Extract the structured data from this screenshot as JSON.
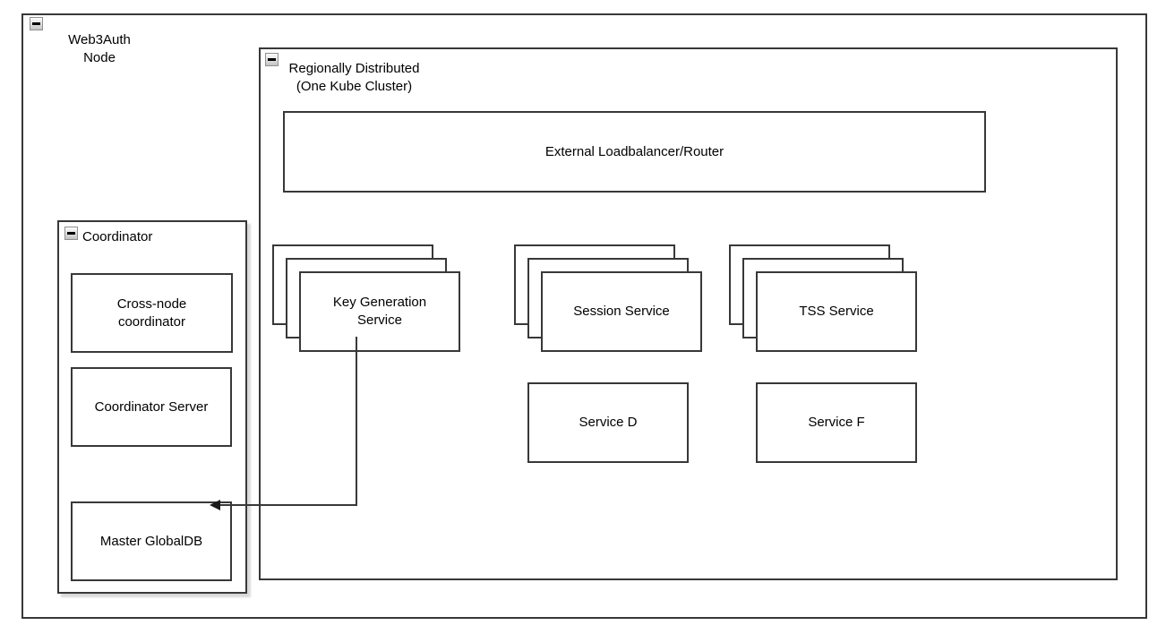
{
  "colors": {
    "stroke": "#383838",
    "background": "#ffffff",
    "coordinator_shadow": "#d9d9d9"
  },
  "icons": {
    "collapse": "minus-icon"
  },
  "groups": {
    "web3auth": {
      "label": "Web3Auth\nNode",
      "collapsed": false
    },
    "region": {
      "label": "Regionally Distributed\n(One Kube Cluster)",
      "collapsed": false
    },
    "coordinator": {
      "label": "Coordinator",
      "collapsed": false
    }
  },
  "nodes": {
    "external_lb": {
      "label": "External Loadbalancer/Router"
    },
    "key_generation": {
      "label": "Key Generation\nService",
      "stack_count": 3
    },
    "session_service": {
      "label": "Session Service",
      "stack_count": 3
    },
    "tss_service": {
      "label": "TSS Service",
      "stack_count": 3
    },
    "service_d": {
      "label": "Service D"
    },
    "service_f": {
      "label": "Service F"
    },
    "cross_node": {
      "label": "Cross-node\ncoordinator"
    },
    "coordinator_server": {
      "label": "Coordinator Server"
    },
    "master_globaldb": {
      "label": "Master GlobalDB"
    }
  },
  "edges": [
    {
      "from": "Key Generation Service",
      "to": "Master GlobalDB",
      "style": "orthogonal",
      "arrowhead": "filled-triangle-left",
      "label": ""
    }
  ]
}
